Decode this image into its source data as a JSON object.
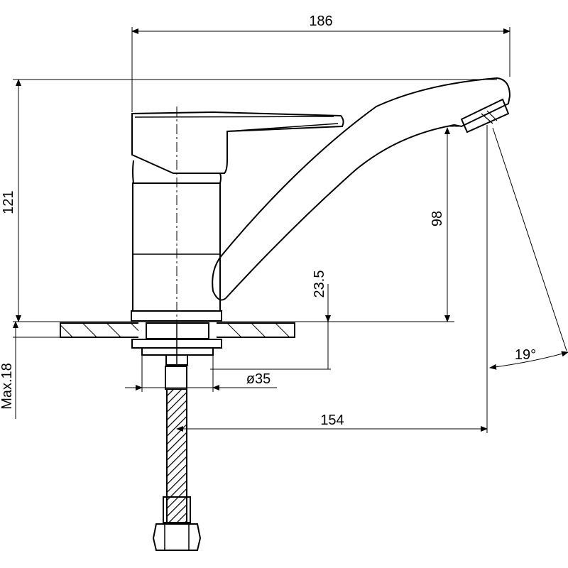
{
  "dimensions": {
    "overall_width": "186",
    "overall_height": "121",
    "spout_height": "98",
    "base_height": "23.5",
    "max_counter_thickness": "Max.18",
    "base_diameter": "ø35",
    "spout_reach": "154",
    "swivel_angle": "19°"
  },
  "icons": {
    "faucet": "single-lever-faucet-drawing",
    "hose": "braided-supply-hose"
  }
}
